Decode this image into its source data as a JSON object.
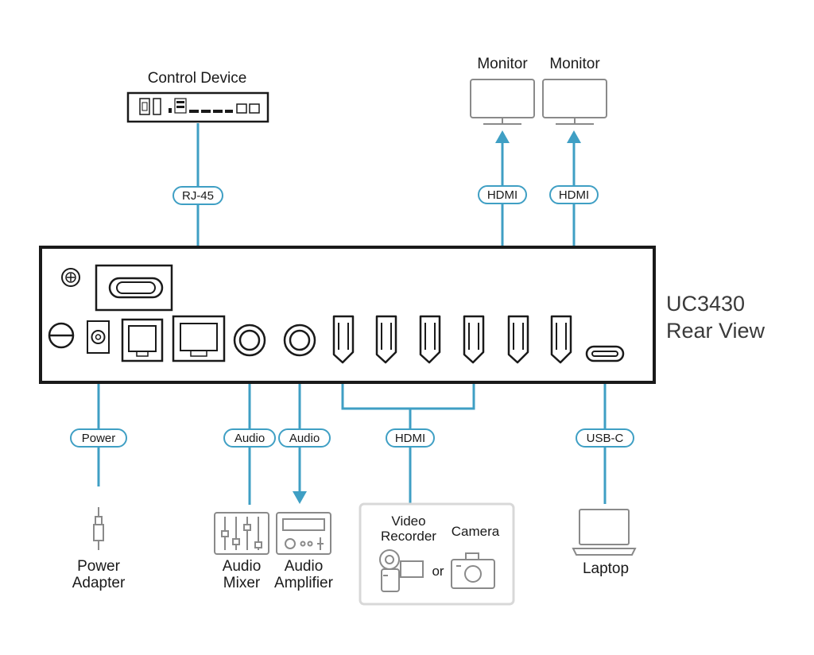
{
  "device": {
    "model": "UC3430",
    "view": "Rear View"
  },
  "devices": {
    "control_device": "Control Device",
    "monitor_1": "Monitor",
    "monitor_2": "Monitor",
    "power_adapter": [
      "Power",
      "Adapter"
    ],
    "audio_mixer": [
      "Audio",
      "Mixer"
    ],
    "audio_amplifier": [
      "Audio",
      "Amplifier"
    ],
    "video_recorder": [
      "Video",
      "Recorder"
    ],
    "camera": "Camera",
    "or": "or",
    "laptop": "Laptop"
  },
  "connections": {
    "rj45": "RJ-45",
    "hdmi_out_1": "HDMI",
    "hdmi_out_2": "HDMI",
    "power": "Power",
    "audio_in": "Audio",
    "audio_out": "Audio",
    "hdmi_in": "HDMI",
    "usb_c": "USB-C"
  },
  "colors": {
    "connector_line": "#3f9fc4",
    "device_outline": "#1a1a1a",
    "peripheral_outline": "#8a8a8a",
    "source_box_border": "#d8d8d8"
  }
}
